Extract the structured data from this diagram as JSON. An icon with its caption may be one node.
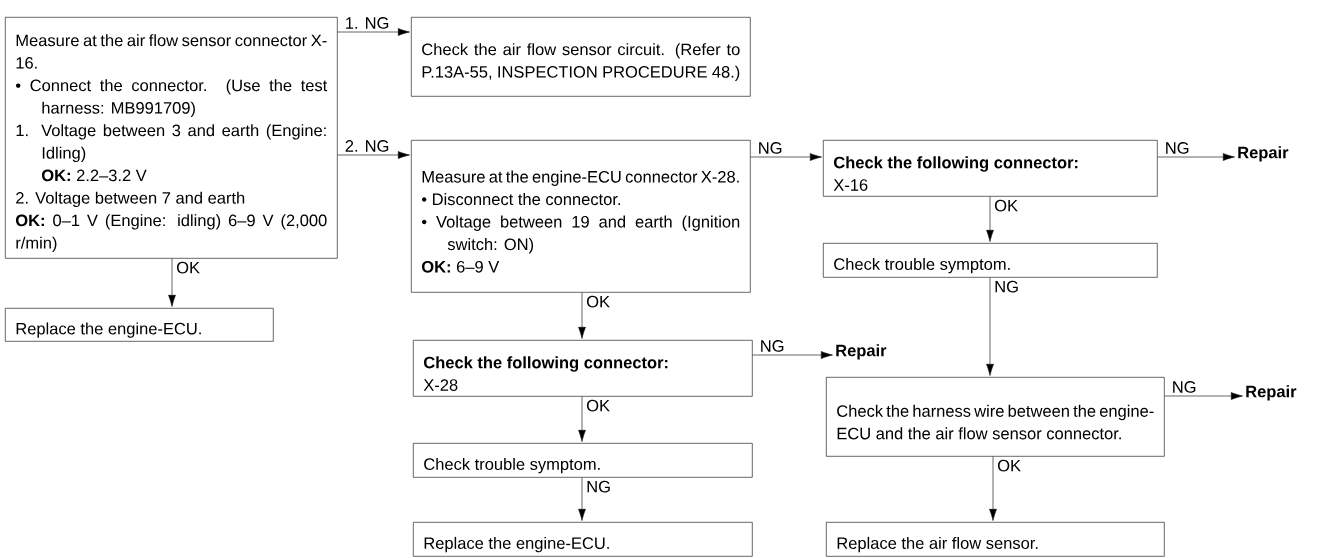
{
  "diagram": {
    "nodes": [
      {
        "text": [
          "Measure at the air flow sensor connector X-16.",
          "• Connect the connector. (Use the test harness: MB991709)",
          "1. Voltage between 3 and earth (Engine: Idling)",
          "**OK:** 2.2–3.2 V",
          "2. Voltage between 7 and earth",
          "**OK:** 0–1 V (Engine: idling) 6–9 V (2,000 r/min)"
        ]
      },
      {
        "text": [
          "Check the air flow sensor circuit. (Refer to P.13A-55, INSPECTION PROCEDURE 48.)"
        ]
      },
      {
        "text": [
          "Replace the engine-ECU."
        ]
      },
      {
        "text": [
          "Measure at the engine-ECU connector X-28.",
          "• Disconnect the connector.",
          "• Voltage between 19 and earth (Ignition switch: ON)",
          "**OK:** 6–9 V"
        ]
      },
      {
        "text": [
          "Check the following connector:",
          "X-16"
        ]
      },
      {
        "text": [
          "Repair"
        ]
      },
      {
        "text": [
          "Check trouble symptom."
        ]
      },
      {
        "text": [
          "Check the following connector:",
          "X-28"
        ]
      },
      {
        "text": [
          "Repair"
        ]
      },
      {
        "text": [
          "Check the harness wire between the engine-ECU and the air flow sensor connector."
        ]
      },
      {
        "text": [
          "Repair"
        ]
      },
      {
        "text": [
          "Check trouble symptom."
        ]
      },
      {
        "text": [
          "Replace the engine-ECU."
        ]
      },
      {
        "text": [
          "Replace the air flow sensor."
        ]
      }
    ],
    "edges": [
      {
        "from": 0,
        "to": 1,
        "arrow": "to",
        "label": "1. NG"
      },
      {
        "from": 0,
        "to": 3,
        "arrow": "to",
        "label": "2. NG"
      },
      {
        "from": 0,
        "to": 2,
        "arrow": "to",
        "label": "OK"
      },
      {
        "from": 3,
        "to": 4,
        "arrow": "to",
        "label": "NG"
      },
      {
        "from": 4,
        "to": 5,
        "arrow": "to",
        "label": "NG"
      },
      {
        "from": 4,
        "to": 6,
        "arrow": "to",
        "label": "OK"
      },
      {
        "from": 6,
        "to": 9,
        "arrow": "to",
        "label": "NG"
      },
      {
        "from": 9,
        "to": 10,
        "arrow": "to",
        "label": "NG"
      },
      {
        "from": 9,
        "to": 13,
        "arrow": "to",
        "label": "OK"
      },
      {
        "from": 3,
        "to": 7,
        "arrow": "to",
        "label": "OK"
      },
      {
        "from": 7,
        "to": 8,
        "arrow": "to",
        "label": "NG"
      },
      {
        "from": 7,
        "to": 11,
        "arrow": "to",
        "label": "OK"
      },
      {
        "from": 11,
        "to": 12,
        "arrow": "to",
        "label": "NG"
      }
    ]
  }
}
